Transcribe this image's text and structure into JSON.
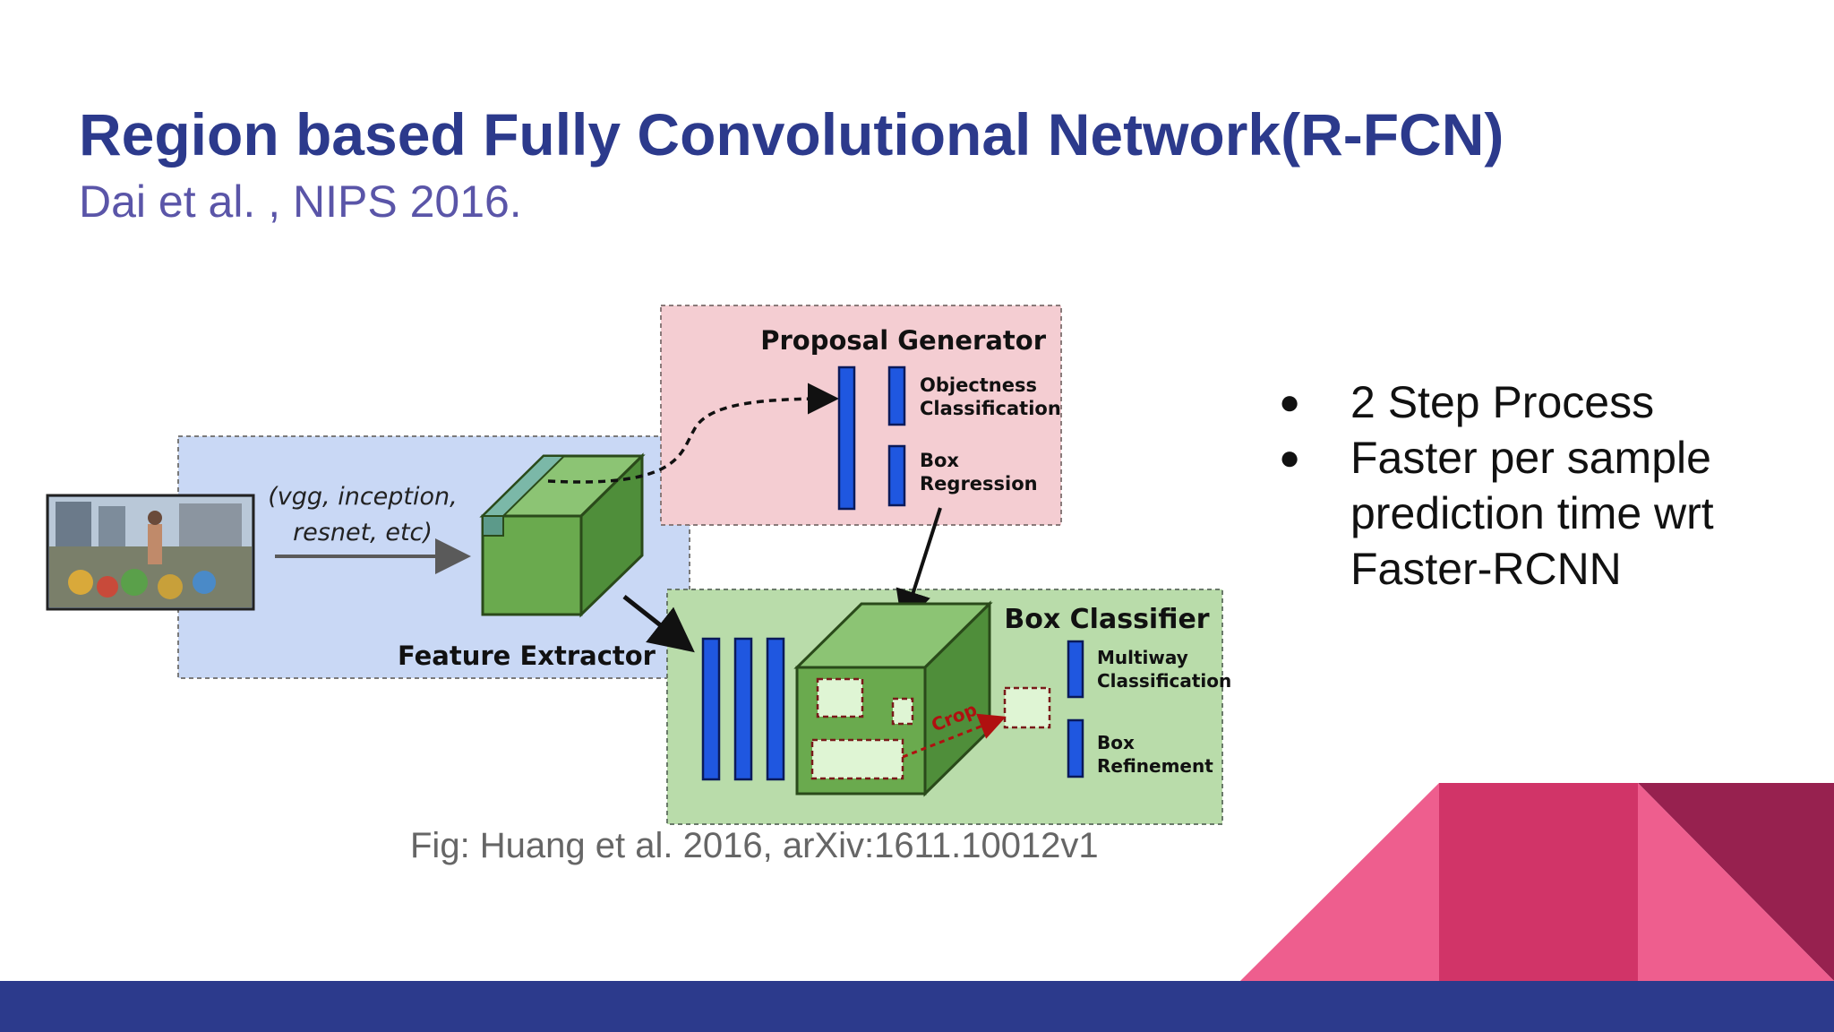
{
  "slide": {
    "title": "Region based Fully Convolutional Network(R-FCN)",
    "subtitle": "Dai et al. , NIPS 2016.",
    "caption": "Fig: Huang et al. 2016, arXiv:1611.10012v1",
    "bullets": [
      {
        "text": "2 Step Process"
      },
      {
        "text": "Faster per sample prediction time wrt Faster-RCNN"
      }
    ],
    "bullet_marker": "●"
  },
  "diagram": {
    "backbone_note_line1": "(vgg, inception,",
    "backbone_note_line2": "resnet, etc)",
    "feature_extractor": "Feature Extractor",
    "proposal_generator": "Proposal Generator",
    "objectness_line1": "Objectness",
    "objectness_line2": "Classification",
    "box_regression_line1": "Box",
    "box_regression_line2": "Regression",
    "box_classifier": "Box Classifier",
    "multiway_line1": "Multiway",
    "multiway_line2": "Classification",
    "refinement_line1": "Box",
    "refinement_line2": "Refinement",
    "crop": "Crop"
  },
  "colors": {
    "title": "#2c3a8c",
    "subtitle": "#5a55a8",
    "feature_extractor_bg": "#c9d8f5",
    "proposal_generator_bg": "#f4cdd2",
    "box_classifier_bg": "#b9dcaa",
    "cube": "#6aaa4e",
    "layer_bar": "#1f57e0",
    "decor_pink": "#ee5e8e",
    "decor_magenta": "#d13468",
    "decor_dark": "#97214f",
    "footer": "#2c3a8c"
  }
}
